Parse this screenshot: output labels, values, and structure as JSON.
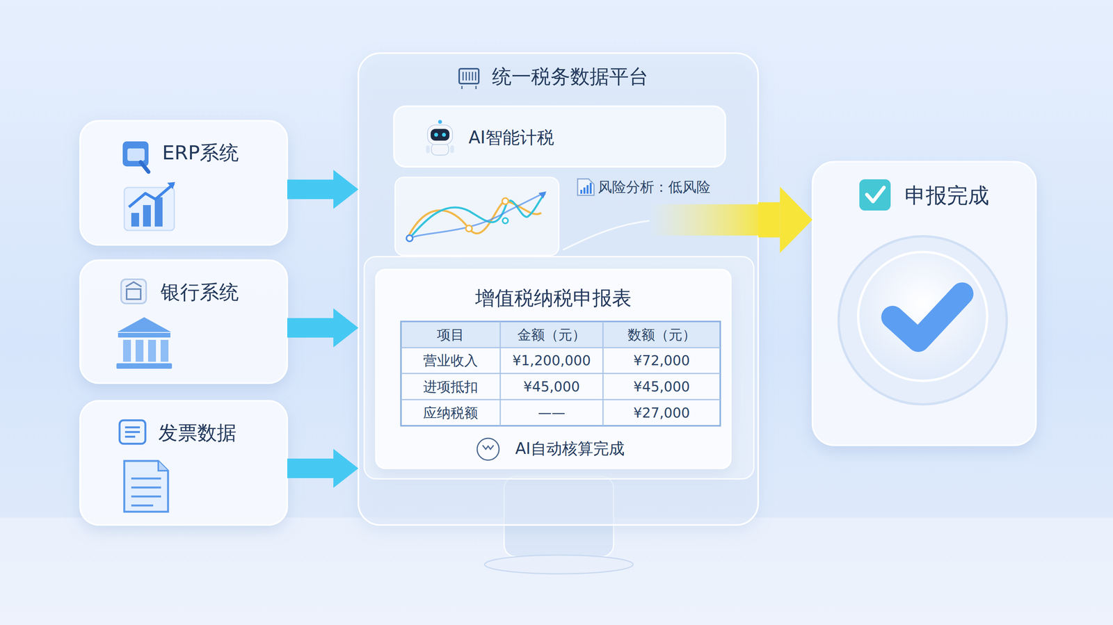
{
  "diagram": {
    "nodes": [
      {
        "text": [
          "ERP系统"
        ]
      },
      {
        "text": [
          "银行系统"
        ]
      },
      {
        "text": [
          "发票数据"
        ]
      },
      {
        "text": [
          "统一税务数据平台"
        ]
      },
      {
        "text": [
          "AI智能计税"
        ],
        "in": 3
      },
      {
        "text": [
          "增值税纳税申报表",
          "AI自动核算完成"
        ],
        "in": 3
      },
      {
        "text": [
          "申报完成"
        ]
      }
    ],
    "edges": [
      {
        "from": 0,
        "to": 3,
        "arrow": "to"
      },
      {
        "from": 1,
        "to": 3,
        "arrow": "to"
      },
      {
        "from": 2,
        "to": 3,
        "arrow": "to"
      },
      {
        "from": 3,
        "to": 6,
        "arrow": "to"
      }
    ],
    "labels": [
      "风险分析：低风险",
      "项目",
      "金额（元）",
      "数额（元）",
      "营业收入",
      "¥1,200,000",
      "¥72,000",
      "进项抵扣",
      "¥45,000",
      "¥45,000",
      "应纳税额",
      "——",
      "¥27,000"
    ]
  }
}
